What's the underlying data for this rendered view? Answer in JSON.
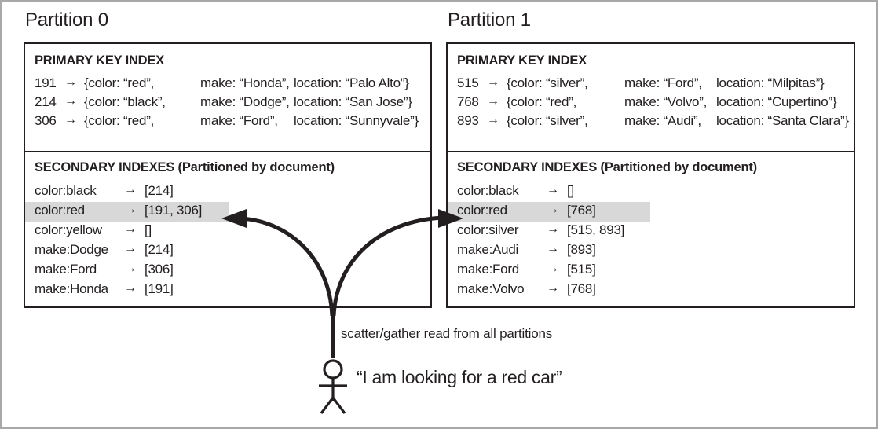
{
  "figure": {
    "partitions": [
      {
        "title": "Partition 0",
        "primary_index": {
          "heading": "PRIMARY KEY INDEX",
          "arrow": "→",
          "rows": [
            {
              "key": "191",
              "color": "{color: “red”,",
              "make": "make: “Honda”,",
              "location": "location: “Palo Alto”}"
            },
            {
              "key": "214",
              "color": "{color: “black”,",
              "make": "make: “Dodge”,",
              "location": "location: “San Jose”}"
            },
            {
              "key": "306",
              "color": "{color: “red”,",
              "make": "make: “Ford”,",
              "location": "location: “Sunnyvale”}"
            }
          ]
        },
        "secondary_index": {
          "heading": "SECONDARY INDEXES (Partitioned by document)",
          "arrow": "→",
          "rows": [
            {
              "term": "color:black",
              "ids": "[214]",
              "highlighted": false
            },
            {
              "term": "color:red",
              "ids": "[191, 306]",
              "highlighted": true
            },
            {
              "term": "color:yellow",
              "ids": "[]",
              "highlighted": false
            },
            {
              "term": "make:Dodge",
              "ids": "[214]",
              "highlighted": false
            },
            {
              "term": "make:Ford",
              "ids": "[306]",
              "highlighted": false
            },
            {
              "term": "make:Honda",
              "ids": "[191]",
              "highlighted": false
            }
          ]
        }
      },
      {
        "title": "Partition 1",
        "primary_index": {
          "heading": "PRIMARY KEY INDEX",
          "arrow": "→",
          "rows": [
            {
              "key": "515",
              "color": "{color: “silver”,",
              "make": "make: “Ford”,",
              "location": "location: “Milpitas”}"
            },
            {
              "key": "768",
              "color": "{color: “red”,",
              "make": "make: “Volvo”,",
              "location": "location: “Cupertino”}"
            },
            {
              "key": "893",
              "color": "{color: “silver”,",
              "make": "make: “Audi”,",
              "location": "location: “Santa Clara”}"
            }
          ]
        },
        "secondary_index": {
          "heading": "SECONDARY INDEXES (Partitioned by document)",
          "arrow": "→",
          "rows": [
            {
              "term": "color:black",
              "ids": "[]",
              "highlighted": false
            },
            {
              "term": "color:red",
              "ids": "[768]",
              "highlighted": true
            },
            {
              "term": "color:silver",
              "ids": "[515, 893]",
              "highlighted": false
            },
            {
              "term": "make:Audi",
              "ids": "[893]",
              "highlighted": false
            },
            {
              "term": "make:Ford",
              "ids": "[515]",
              "highlighted": false
            },
            {
              "term": "make:Volvo",
              "ids": "[768]",
              "highlighted": false
            }
          ]
        }
      }
    ],
    "scatter_caption": "scatter/gather read from all partitions",
    "query_caption": "“I am looking for a red car”",
    "colors": {
      "ink": "#231f20",
      "highlight": "#d8d8d8",
      "frame": "#a8a8a8"
    }
  }
}
